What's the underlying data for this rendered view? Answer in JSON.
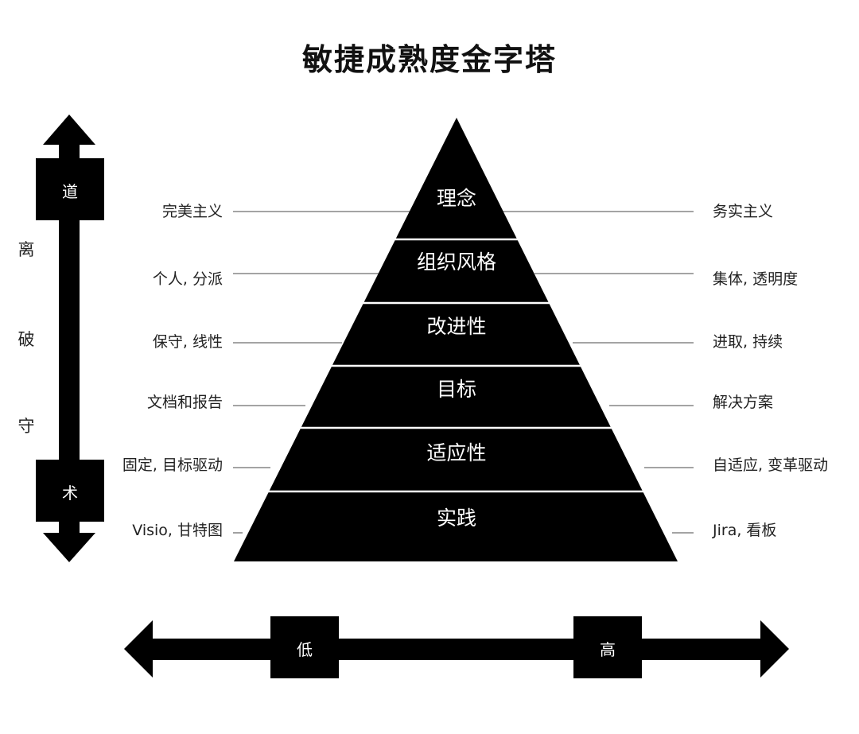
{
  "title": "敏捷成熟度金字塔",
  "levels": [
    {
      "name": "理念",
      "left": "完美主义",
      "right": "务实主义"
    },
    {
      "name": "组织风格",
      "left": "个人, 分派",
      "right": "集体, 透明度"
    },
    {
      "name": "改进性",
      "left": "保守, 线性",
      "right": "进取, 持续"
    },
    {
      "name": "目标",
      "left": "文档和报告",
      "right": "解决方案"
    },
    {
      "name": "适应性",
      "left": "固定, 目标驱动",
      "right": "自适应, 变革驱动"
    },
    {
      "name": "实践",
      "left": "Visio, 甘特图",
      "right": "Jira,  看板"
    }
  ],
  "vertical_axis": {
    "top": "道",
    "bottom": "术",
    "side": [
      "离",
      "破",
      "守"
    ]
  },
  "horizontal_axis": {
    "left": "低",
    "right": "高"
  },
  "colors": {
    "fill": "#000000",
    "text_on_fill": "#ffffff",
    "connector": "#6e6e6e"
  }
}
